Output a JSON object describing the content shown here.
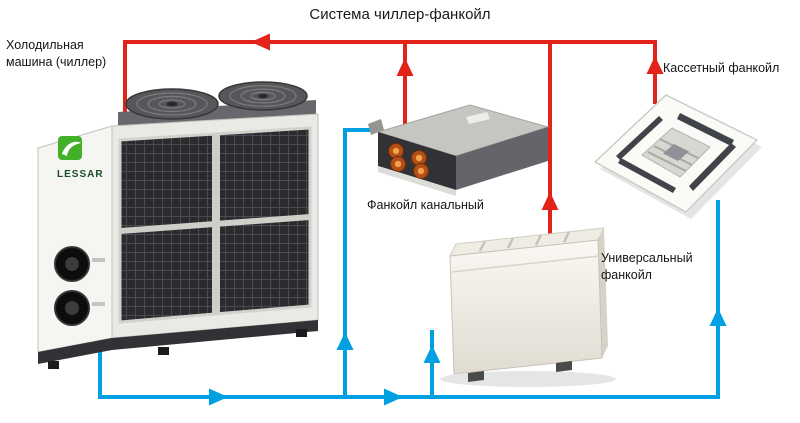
{
  "title": "Система чиллер-фанкойл",
  "labels": {
    "chiller_line1": "Холодильная",
    "chiller_line2": "машина (чиллер)",
    "duct": "Фанкойл канальный",
    "cassette": "Кассетный фанкойл",
    "universal_line1": "Универсальный",
    "universal_line2": "фанкойл"
  },
  "equipment": {
    "brand": "LESSAR"
  },
  "colors": {
    "return_pipe_red": "#e2231a",
    "supply_pipe_blue": "#00a0e3",
    "brand_green": "#43b02a"
  }
}
